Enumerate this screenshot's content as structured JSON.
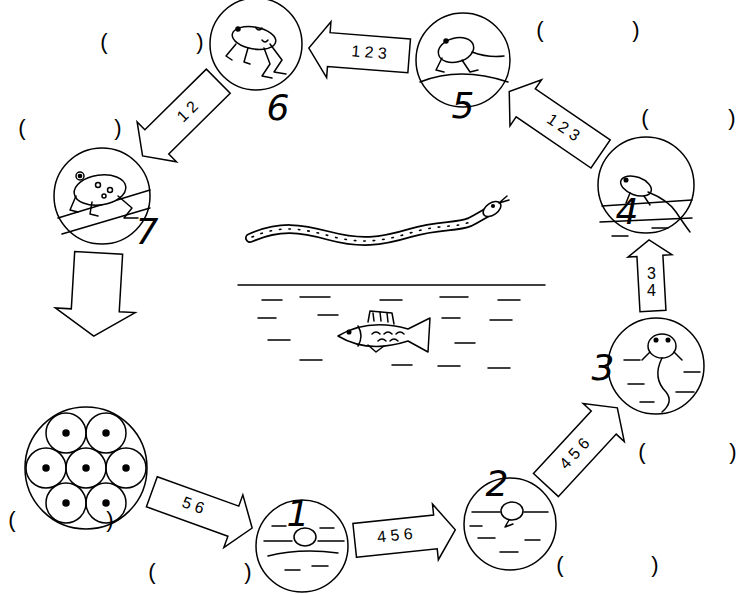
{
  "diagram": {
    "nodes": [
      {
        "text": [
          "(",
          ")"
        ]
      },
      {
        "text": [
          "1",
          "(",
          ")"
        ]
      },
      {
        "text": [
          "2",
          "(",
          ")"
        ]
      },
      {
        "text": [
          "3",
          "(",
          ")"
        ]
      },
      {
        "text": [
          "4",
          "(",
          ")"
        ]
      },
      {
        "text": [
          "5",
          "(",
          ")"
        ]
      },
      {
        "text": [
          "6",
          "(",
          ")"
        ]
      },
      {
        "text": [
          "7",
          "(",
          ")"
        ]
      }
    ],
    "edges": [
      {
        "from": 0,
        "to": 1,
        "arrow": "to",
        "label": "5 6"
      },
      {
        "from": 1,
        "to": 2,
        "arrow": "to",
        "label": "4 5 6"
      },
      {
        "from": 2,
        "to": 3,
        "arrow": "to",
        "label": "4 5 6"
      },
      {
        "from": 3,
        "to": 4,
        "arrow": "to",
        "label": "3 4"
      },
      {
        "from": 4,
        "to": 5,
        "arrow": "to",
        "label": "1 2 3"
      },
      {
        "from": 5,
        "to": 6,
        "arrow": "to",
        "label": "1 2 3"
      },
      {
        "from": 6,
        "to": 7,
        "arrow": "to",
        "label": "1 2"
      },
      {
        "from": 7,
        "to": 0,
        "arrow": "to"
      }
    ]
  }
}
